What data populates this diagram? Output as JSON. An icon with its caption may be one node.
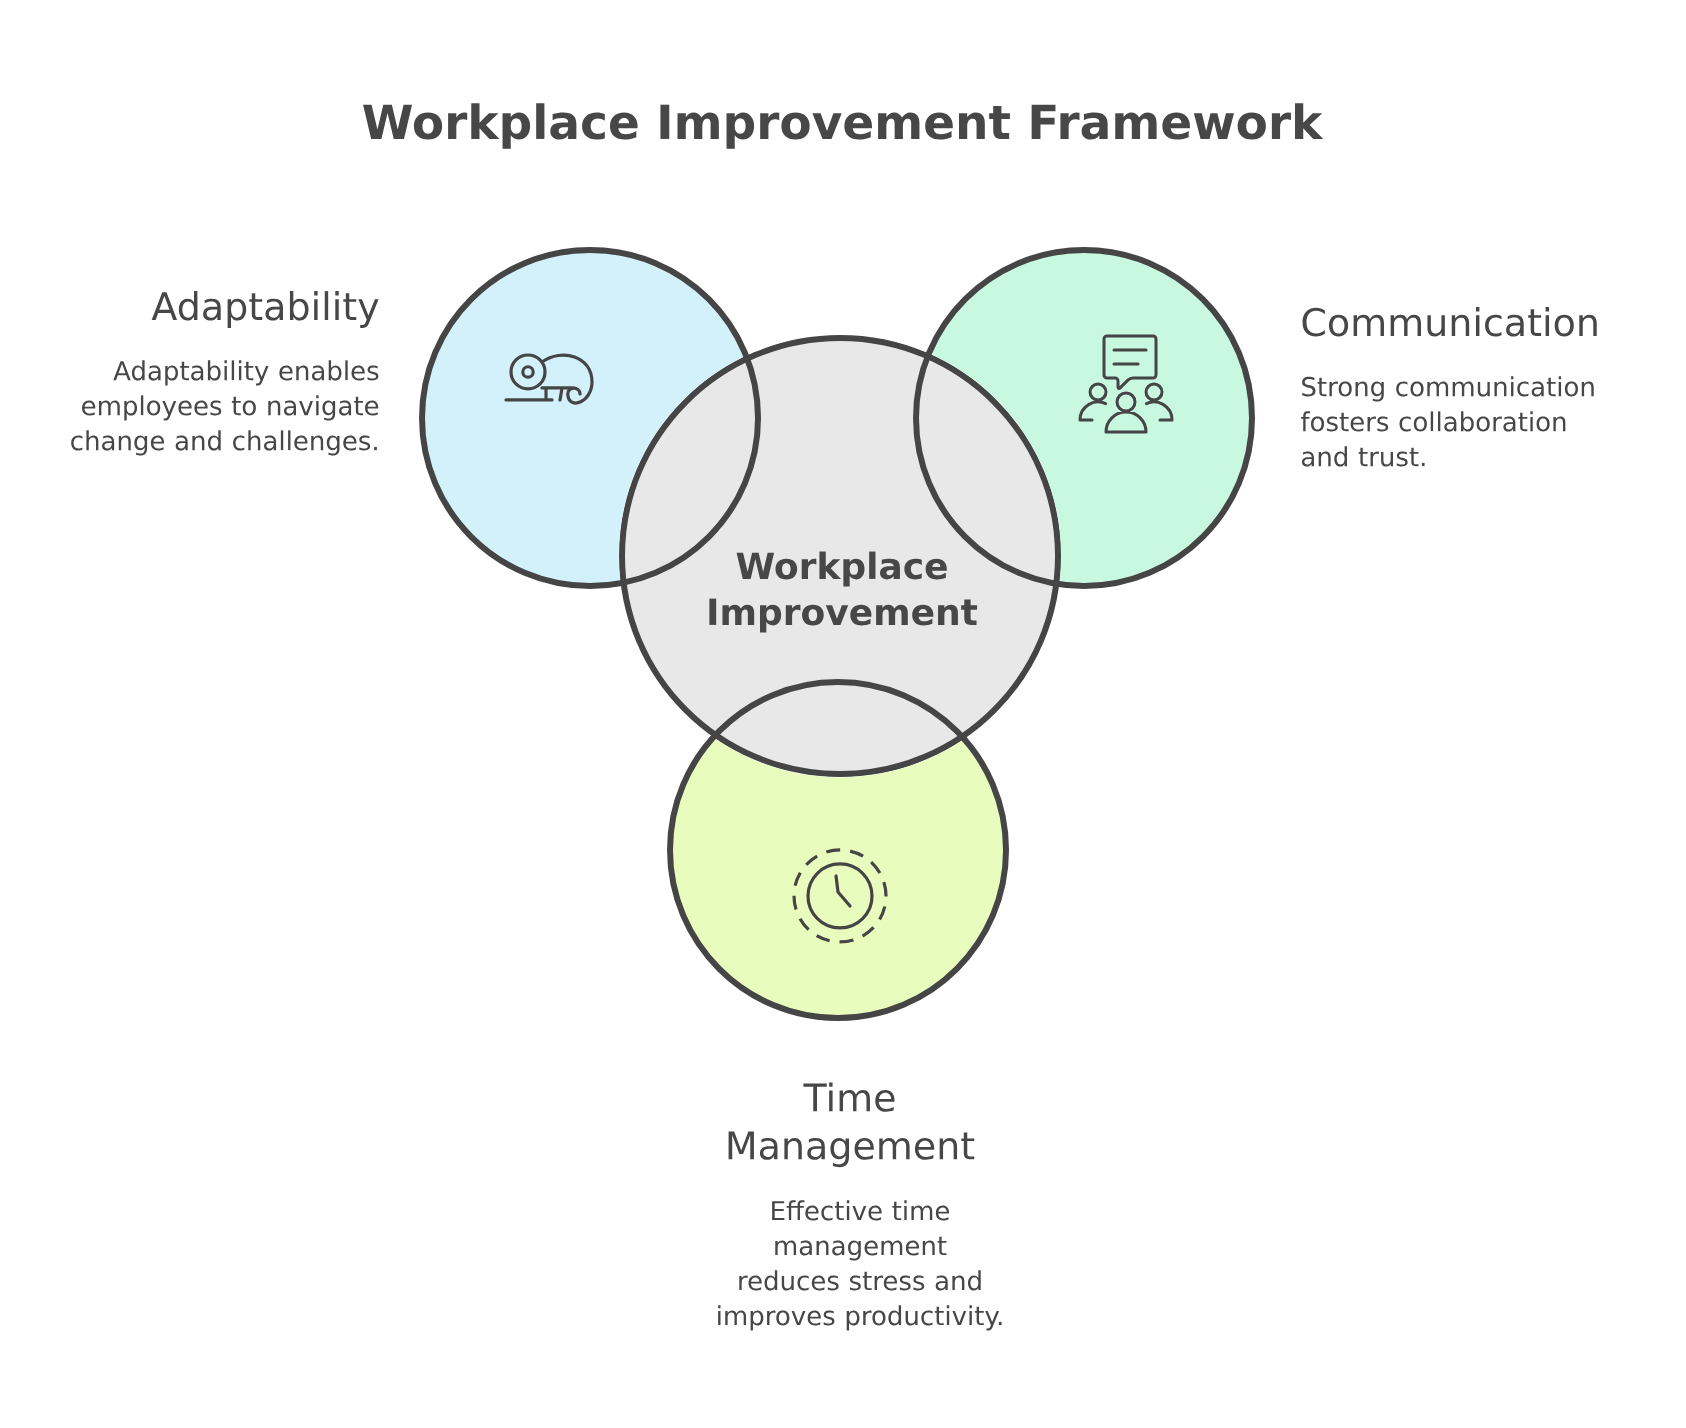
{
  "diagram": {
    "title": "Workplace Improvement Framework",
    "nodes": [
      {
        "text": [
          "Adaptability"
        ],
        "beside": [
          "Adaptability enables employees to navigate change and challenges."
        ]
      },
      {
        "text": [
          "Communication"
        ],
        "beside": [
          "Strong communication fosters collaboration and trust."
        ]
      },
      {
        "text": [
          "Workplace Improvement"
        ]
      },
      {
        "text": [
          "Time Management"
        ]
      }
    ],
    "labels": [
      "Effective time management reduces stress and improves productivity."
    ]
  }
}
